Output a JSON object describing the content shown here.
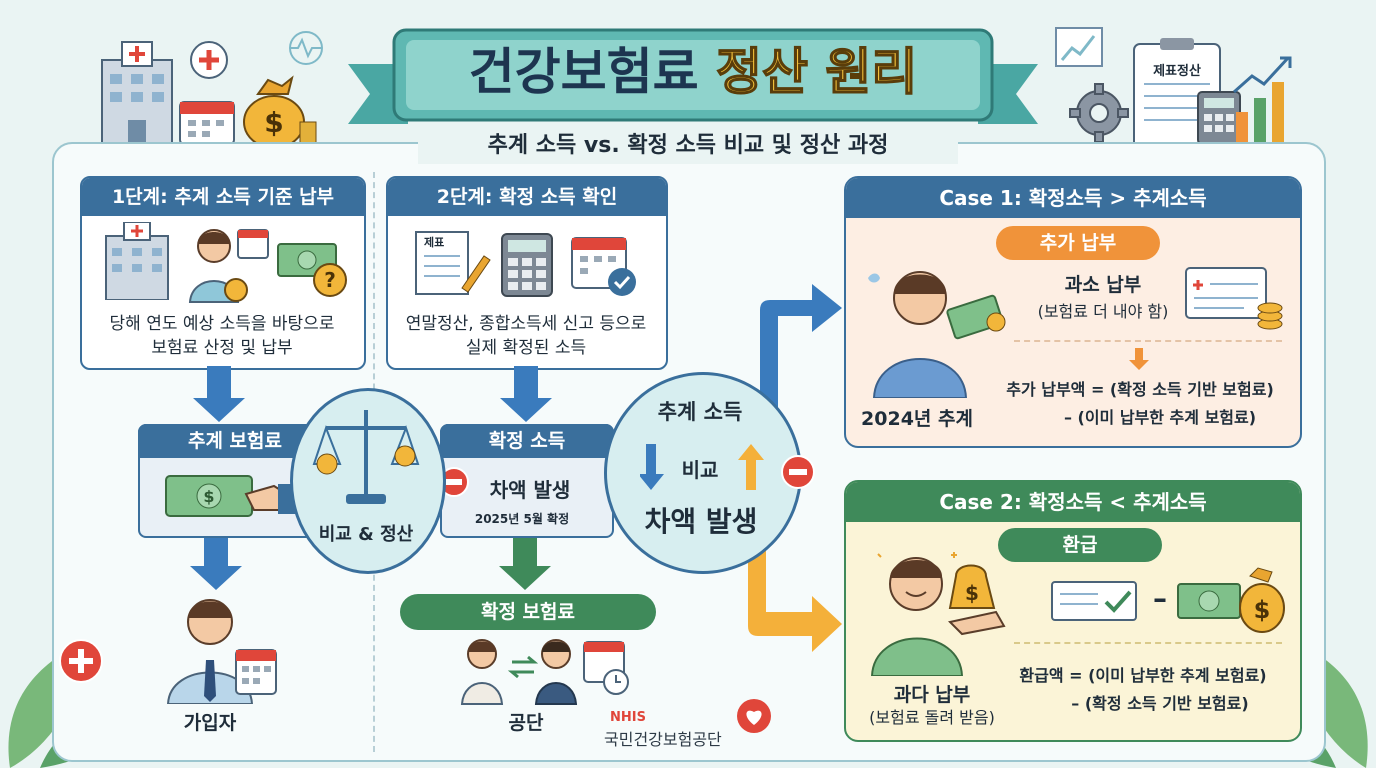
{
  "title": {
    "part1": "건강보험료",
    "part2": "정산 원리"
  },
  "subtitle": "추계 소득 vs. 확정 소득 비교 및 정산 과정",
  "step1": {
    "header": "1단계: 추계 소득 기준 납부",
    "body_line1": "당해 연도 예상 소득을 바탕으로",
    "body_line2": "보험료 산정 및 납부"
  },
  "step2": {
    "header": "2단계: 확정 소득 확인",
    "doc_label": "제표",
    "body_line1": "연말정산, 종합소득세 신고 등으로",
    "body_line2": "실제 확정된 소득"
  },
  "estimated_premium": {
    "label": "추계 보험료"
  },
  "confirmed_income": {
    "label": "확정 소득"
  },
  "scale_caption": "비교 & 정산",
  "difference": {
    "label": "차액 발생",
    "date": "2025년 5월 확정"
  },
  "confirmed_premium": {
    "label": "확정 보험료"
  },
  "subscriber": "가입자",
  "corporation": "공단",
  "nhis": {
    "code": "NHIS",
    "name": "국민건강보험공단"
  },
  "compare_circle": {
    "top": "추계 소득",
    "mid": "비교",
    "bottom": "차액 발생"
  },
  "case1": {
    "header": "Case 1: 확정소득 > 추계소득",
    "pill": "추가 납부",
    "status": "과소 납부",
    "status_note": "(보험료 더 내야 함)",
    "year_caption": "2024년 추계",
    "formula_line1": "추가 납부액 = (확정 소득 기반 보험료)",
    "formula_line2": "– (이미 납부한 추계 보험료)"
  },
  "case2": {
    "header": "Case 2: 확정소득 < 추계소득",
    "pill": "환급",
    "status": "과다 납부",
    "status_note": "(보험료 돌려 받음)",
    "minus": "–",
    "formula_line1": "환급액 = (이미 납부한 추계 보험료)",
    "formula_line2": "– (확정 소득 기반 보험료)"
  },
  "clipboard_label": "제표정산",
  "colors": {
    "blue": "#3a6f9c",
    "green": "#3f8a5a",
    "orange": "#f0933a",
    "case1_bg": "#fdeee3",
    "case2_bg": "#fbf4d7",
    "teal_banner": "#5fb8b2"
  }
}
